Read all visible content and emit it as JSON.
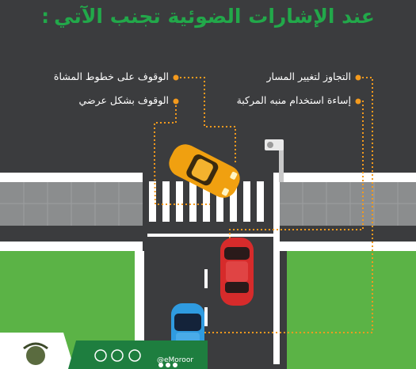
{
  "title": "عند الإشارات الضوئية تجنب الآتي",
  "title_colon": ":",
  "items": [
    {
      "label": "التجاوز لتغيير المسار"
    },
    {
      "label": "إساءة استخدام منبه المركبة"
    },
    {
      "label": "الوقوف على خطوط المشاة"
    },
    {
      "label": "الوقوف بشكل عرضي"
    }
  ],
  "footer": {
    "handle": "@eMoroor"
  },
  "colors": {
    "accent_green": "#22a84a",
    "asphalt": "#3b3c3e",
    "grass": "#4fae3b",
    "orange_dotted": "#f39a1e"
  }
}
